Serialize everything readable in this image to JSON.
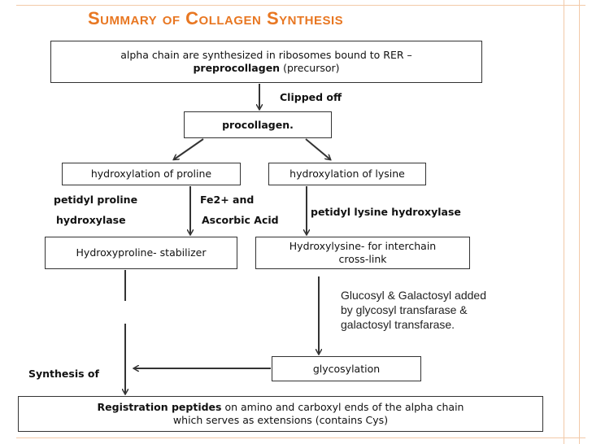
{
  "title": "Summary of Collagen Synthesis",
  "boxes": {
    "rer_line1": "alpha chain are synthesized in ribosomes bound to RER –",
    "rer_bold": "preprocollagen",
    "rer_tail": "(precursor)",
    "procollagen": "procollagen.",
    "hydroxylation_proline": "hydroxylation of proline",
    "hydroxylation_lysine": "hydroxylation of lysine",
    "hydroxyproline": "Hydroxyproline- stabilizer",
    "hydroxylysine_line1": "Hydroxylysine- for interchain",
    "hydroxylysine_line2": "cross-link",
    "glycosylation": "glycosylation",
    "registration_bold": "Registration peptides",
    "registration_rest": "on amino and carboxyl ends of the alpha chain",
    "registration_line2": "which serves as extensions (contains Cys)"
  },
  "labels": {
    "clipped_off": "Clipped off",
    "petidyl_proline_1": "petidyl proline",
    "petidyl_proline_2": "hydroxylase",
    "fe2_1": "Fe2+ and",
    "fe2_2": "Ascorbic Acid",
    "petidyl_lysine": "petidyl  lysine hydroxylase",
    "synthesis_of": "Synthesis of"
  },
  "note": {
    "line1": "Glucosyl & Galactosyl added",
    "line2": "by glycosyl transfarase &",
    "line3": "galactosyl transfarase."
  },
  "colors": {
    "title": "#e87722",
    "frame": "#f2c9a8",
    "line": "#333333"
  }
}
